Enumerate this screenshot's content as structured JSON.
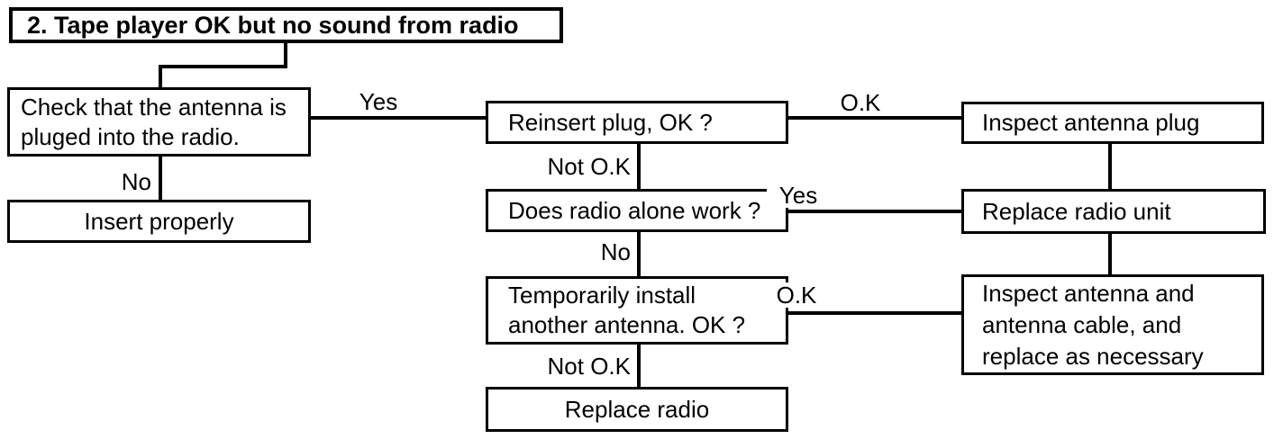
{
  "diagram": {
    "type": "flowchart",
    "colors": {
      "background": "#ffffff",
      "line": "#000000",
      "box_fill": "#ffffff",
      "text": "#000000"
    },
    "title": "2. Tape player OK but no sound from radio",
    "nodes": {
      "check_antenna": {
        "lines": [
          "Check that the antenna is",
          "pluged into the radio."
        ]
      },
      "insert_properly": {
        "lines": [
          "Insert properly"
        ]
      },
      "reinsert_plug": {
        "lines": [
          "Reinsert plug, OK ?"
        ]
      },
      "does_radio_alone_work": {
        "lines": [
          "Does radio alone work ?"
        ]
      },
      "temporarily_install_antenna": {
        "lines": [
          "Temporarily install",
          "another antenna. OK ?"
        ]
      },
      "replace_radio": {
        "lines": [
          "Replace radio"
        ]
      },
      "inspect_antenna_plug": {
        "lines": [
          "Inspect antenna plug"
        ]
      },
      "replace_radio_unit": {
        "lines": [
          "Replace radio unit"
        ]
      },
      "inspect_antenna_cable": {
        "lines": [
          "Inspect antenna and",
          "antenna cable, and",
          "replace as necessary"
        ]
      }
    },
    "edge_labels": {
      "check_yes": "Yes",
      "check_no": "No",
      "reinsert_ok": "O.K",
      "reinsert_not_ok": "Not O.K",
      "does_yes": "Yes",
      "does_no": "No",
      "temp_ok": "O.K",
      "temp_not_ok": "Not O.K"
    }
  }
}
